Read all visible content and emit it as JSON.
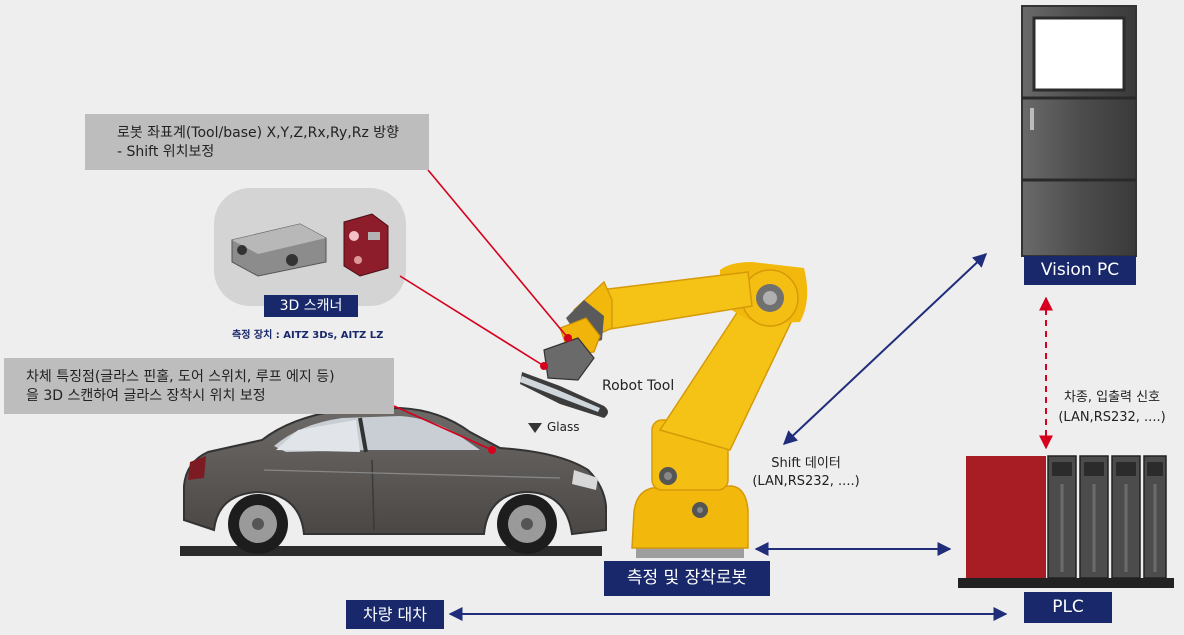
{
  "callouts": {
    "robot_coord_line1": "로봇 좌표계(Tool/base) X,Y,Z,Rx,Ry,Rz 방향",
    "robot_coord_line2": "- Shift 위치보정",
    "feature_line1": "차체 특징점(글라스 핀홀, 도어 스위치, 루프 에지 등)",
    "feature_line2": "을 3D 스캔하여 글라스 장착시 위치 보정"
  },
  "scanner": {
    "title": "3D 스캐너",
    "device": "측정 장치 : AITZ 3Ds, AITZ LZ"
  },
  "labels": {
    "robot_tool": "Robot Tool",
    "glass": "Glass",
    "shift_data_line1": "Shift 데이터",
    "shift_data_line2": "(LAN,RS232, ....)",
    "signals_line1": "차종, 입출력 신호",
    "signals_line2": "(LAN,RS232, ....)"
  },
  "blocks": {
    "vision_pc": "Vision PC",
    "robot": "측정 및 장착로봇",
    "plc": "PLC",
    "cart": "차량 대차"
  },
  "colors": {
    "navy": "#18286b",
    "callout_gray": "#bdbdbd",
    "robot_yellow": "#f2b80c",
    "leader_red": "#d6001c",
    "plc_red": "#a81c24",
    "arrow_blue": "#1f2d7a"
  }
}
